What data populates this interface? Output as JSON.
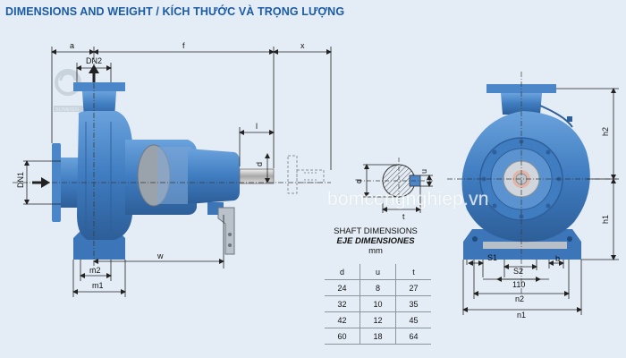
{
  "title": "DIMENSIONS AND WEIGHT / KÍCH THƯỚC VÀ TRỌNG LƯỢNG",
  "watermark": "bomcongnghiep.vn",
  "logo": {
    "text": "BƠMĐIỆN"
  },
  "side_view": {
    "labels": {
      "a": "a",
      "f": "f",
      "x": "x",
      "dn2": "DN2",
      "dn1": "DN1",
      "l": "l",
      "d": "d",
      "w": "w",
      "m2": "m2",
      "m1": "m1"
    }
  },
  "shaft_section": {
    "labels": {
      "d": "d",
      "u": "u",
      "t": "t"
    }
  },
  "front_view": {
    "labels": {
      "h2": "h2",
      "h1": "h1",
      "s1": "S1",
      "s2": "S2",
      "n3": "110",
      "n2": "n2",
      "n1": "n1",
      "b": "b"
    }
  },
  "shaft_table": {
    "title_line1": "SHAFT DIMENSIONS",
    "title_line2": "EJE DIMENSIONES",
    "unit": "mm",
    "headers": [
      "d",
      "u",
      "t"
    ],
    "rows": [
      [
        "24",
        "8",
        "27"
      ],
      [
        "32",
        "10",
        "35"
      ],
      [
        "42",
        "12",
        "45"
      ],
      [
        "60",
        "18",
        "64"
      ]
    ]
  },
  "colors": {
    "pump_body": "#4a86c8",
    "pump_dark": "#2e5f9a",
    "title": "#1a5aa6",
    "background": "#e4edf5"
  }
}
